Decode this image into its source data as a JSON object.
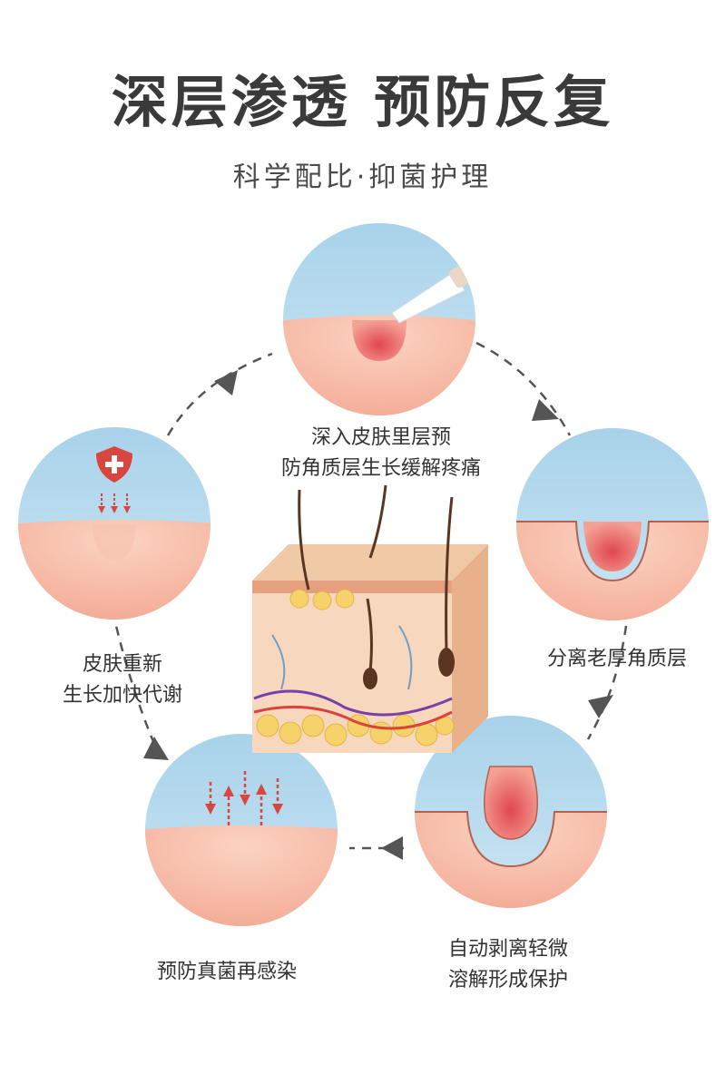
{
  "title": "深层渗透  预防反复",
  "subtitle": "科学配比·抑菌护理",
  "steps": [
    {
      "lines": [
        "深入皮肤里层预",
        "防角质层生长缓解疼痛"
      ]
    },
    {
      "lines": [
        "分离老厚角质层"
      ]
    },
    {
      "lines": [
        "自动剥离轻微",
        "溶解形成保护"
      ]
    },
    {
      "lines": [
        "预防真菌再感染"
      ]
    },
    {
      "lines": [
        "皮肤重新",
        "生长加快代谢"
      ]
    }
  ],
  "colors": {
    "sky": "#b9dcef",
    "skin": "#f6b9a2",
    "wound": "#e85a5e",
    "arrow": "#d9463f",
    "dashed": "#555555"
  }
}
